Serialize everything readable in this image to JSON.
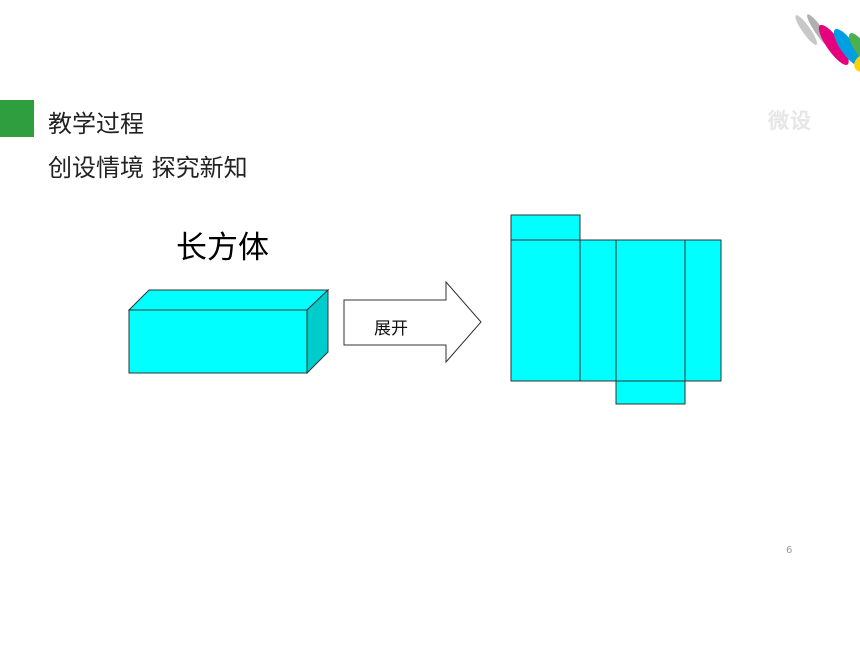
{
  "header": {
    "section_title": "教学过程",
    "subtitle": "创设情境  探究新知"
  },
  "figure": {
    "shape_label": "长方体",
    "arrow_label": "展开",
    "fill_color": "#00ffff",
    "side_color": "#00cccc",
    "accent_green": "#2e9e3f"
  },
  "footer": {
    "page_number": "6"
  },
  "logo": {
    "text": "微设",
    "icon": "brush-stroke-logo"
  }
}
